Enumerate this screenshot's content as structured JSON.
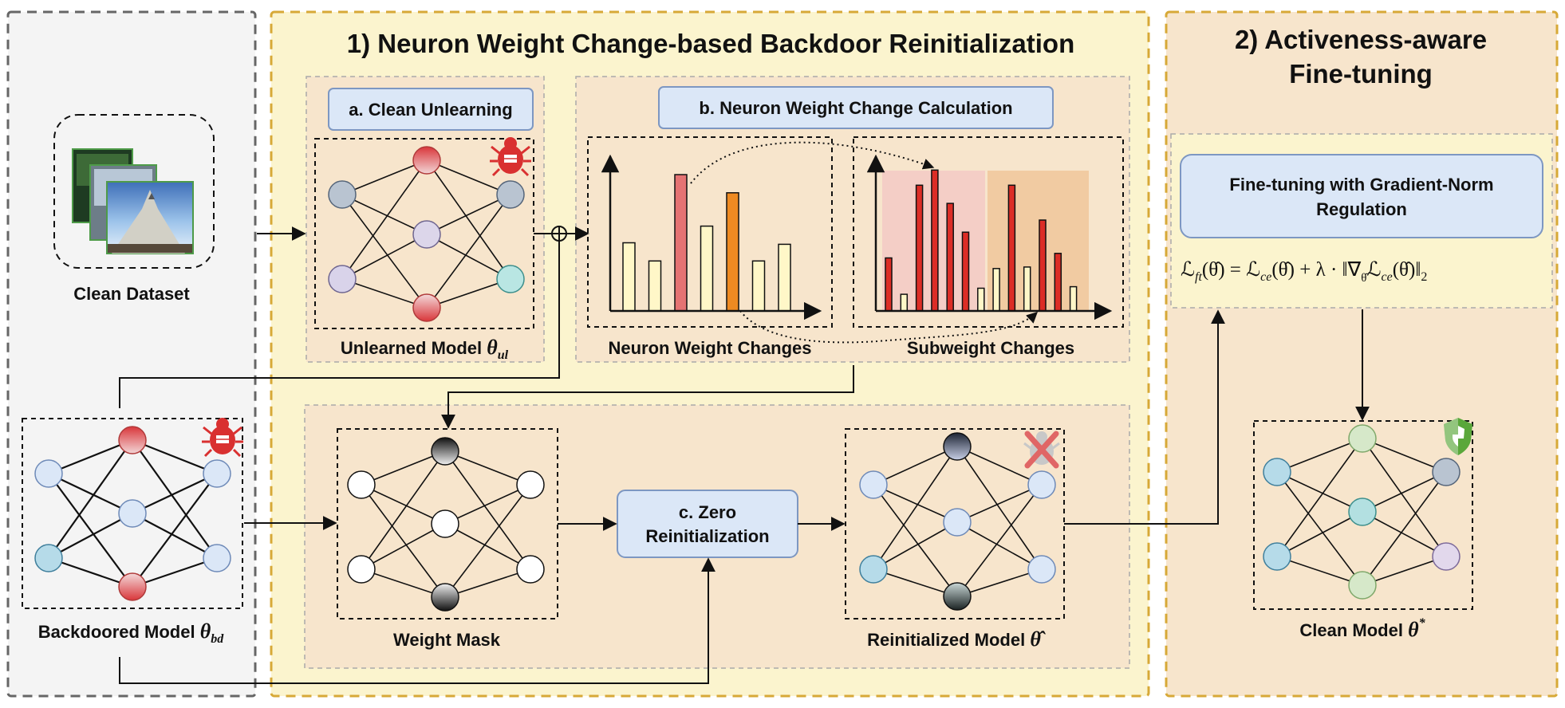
{
  "section1": {
    "title": "1) Neuron Weight Change-based Backdoor Reinitialization"
  },
  "section2": {
    "title_line1": "2) Activeness-aware",
    "title_line2": "Fine-tuning"
  },
  "clean_dataset": {
    "label": "Clean Dataset"
  },
  "step_a": {
    "label": "a. Clean Unlearning"
  },
  "step_b": {
    "label": "b. Neuron Weight Change Calculation"
  },
  "step_c": {
    "label_line1": "c. Zero",
    "label_line2": "Reinitialization"
  },
  "finetune": {
    "label_line1": "Fine-tuning with Gradient-Norm",
    "label_line2": "Regulation"
  },
  "captions": {
    "unlearned_model": "Unlearned Model",
    "unlearned_symbol": "θ",
    "unlearned_sub": "ul",
    "neuron_weight_changes": "Neuron Weight Changes",
    "subweight_changes": "Subweight Changes",
    "backdoored_model": "Backdoored Model",
    "backdoored_symbol": "θ",
    "backdoored_sub": "bd",
    "weight_mask": "Weight Mask",
    "reinitialized_model": "Reinitialized Model",
    "reinitialized_symbol": "θ̂",
    "clean_model": "Clean Model",
    "clean_symbol": "θ",
    "clean_sup": "*"
  },
  "equation": {
    "lhs_L": "ℒ",
    "lhs_sub": "ft",
    "lhs_arg": "(θ̂) = ",
    "t1_L": "ℒ",
    "t1_sub": "ce",
    "t1_arg": "(θ̂) + λ · ‖∇",
    "nabla_sub": "θ̂",
    "t2_L": "ℒ",
    "t2_sub": "ce",
    "t2_arg": "(θ̂)‖",
    "norm_sub": "2"
  },
  "chart_data": [
    {
      "type": "bar",
      "values": [
        0.45,
        0.33,
        0.9,
        0.56,
        0.78,
        0.33,
        0.44
      ],
      "highlight_colors": [
        "#fff7c8",
        "#fff7c8",
        "#e57373",
        "#fff7c8",
        "#ee8a22",
        "#fff7c8",
        "#fff7c8"
      ]
    },
    {
      "type": "bar",
      "values": [
        0.35,
        0.11,
        0.83,
        0.93,
        0.71,
        0.52,
        0.15,
        0.28,
        0.83,
        0.29,
        0.6,
        0.38,
        0.16
      ],
      "highlight_colors": [
        "#dc2d26",
        "#fff7c8",
        "#dc2d26",
        "#dc2d26",
        "#dc2d26",
        "#dc2d26",
        "#fff7c8",
        "#fff7c8",
        "#dc2d26",
        "#fff7c8",
        "#dc2d26",
        "#dc2d26",
        "#fff7c8"
      ]
    }
  ]
}
